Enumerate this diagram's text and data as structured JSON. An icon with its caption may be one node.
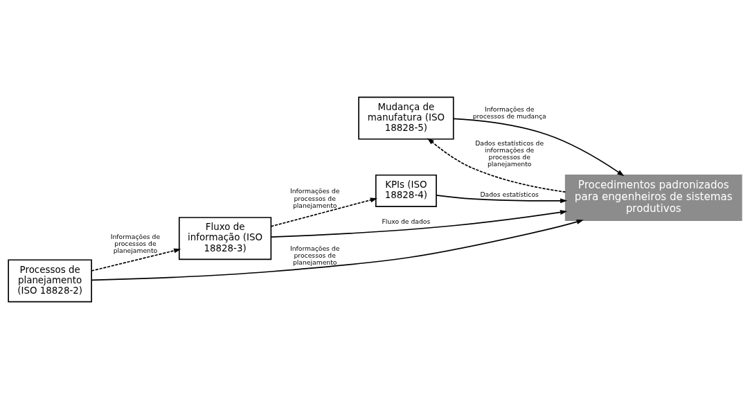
{
  "diagram": {
    "nodes": [
      {
        "text": [
          "KPIs (ISO 18828-4)"
        ]
      },
      {
        "text": [
          "Mudança de manufatura (ISO 18828-5)"
        ]
      },
      {
        "text": [
          "Fluxo de informação (ISO 18828-3)"
        ]
      },
      {
        "text": [
          "Procedimentos padronizados para engenheiros de sistemas produtivos"
        ]
      },
      {
        "text": [
          "Processos de planejamento (ISO 18828-2)"
        ]
      }
    ],
    "edges": [
      {
        "from": 2,
        "to": 0,
        "arrow": "to",
        "style": "dashed",
        "label": "Informações de processos de planejamento"
      },
      {
        "from": 0,
        "to": 3,
        "arrow": "to",
        "label": "Dados estatísticos"
      },
      {
        "from": 1,
        "to": 3,
        "arrow": "to",
        "label": "Informações de processos de mudança"
      },
      {
        "from": 3,
        "to": 1,
        "arrow": "to",
        "style": "dashed",
        "label": "Dados estatísticos de informações de processos de planejamento"
      },
      {
        "from": 2,
        "to": 3,
        "arrow": "to",
        "label": "Fluxo de dados"
      },
      {
        "from": 4,
        "to": 2,
        "arrow": "to",
        "style": "dashed",
        "label": "Informações de processos de planejamento"
      },
      {
        "from": 4,
        "to": 3,
        "arrow": "to",
        "label": "Informações de processos de planejamento"
      }
    ]
  }
}
